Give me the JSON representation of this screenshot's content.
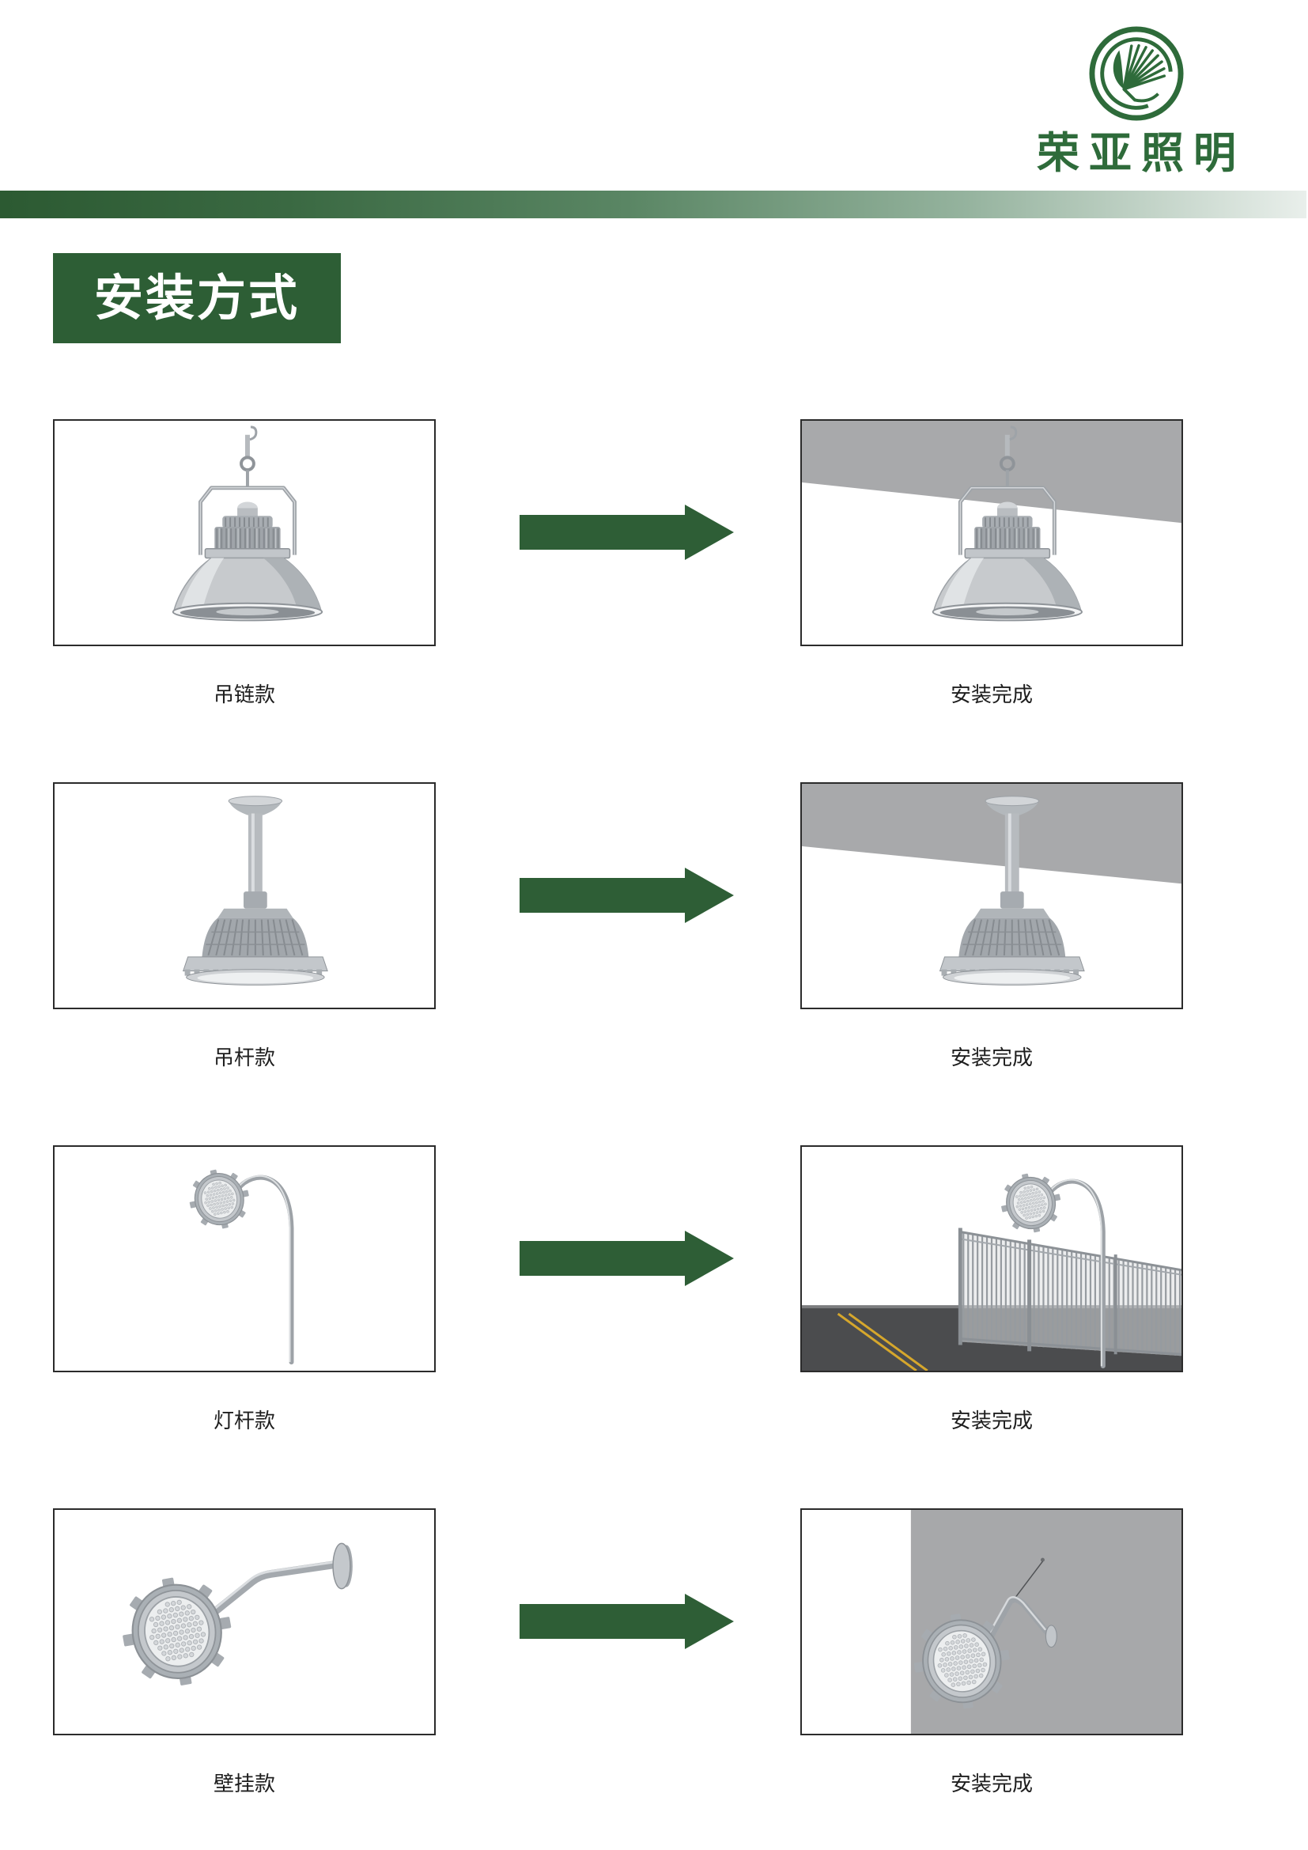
{
  "brand": {
    "name": "荣亚照明",
    "logo_icon": "palm-leaf-circle-logo-icon"
  },
  "colors": {
    "brand_green": "#2d5e35",
    "logo_green": "#2e6b3a",
    "arrow_green": "#2e5e36",
    "frame_border": "#2b2b2b"
  },
  "section_title": "安装方式",
  "rows": [
    {
      "product_caption": "吊链款",
      "result_caption": "安装完成",
      "product_icon": "chain-hung-high-bay-lamp-icon",
      "result_icon": "high-bay-lamp-under-ceiling-icon",
      "arrow_icon": "right-arrow-icon"
    },
    {
      "product_caption": "吊杆款",
      "result_caption": "安装完成",
      "product_icon": "rod-pendant-lamp-icon",
      "result_icon": "rod-pendant-lamp-under-ceiling-icon",
      "arrow_icon": "right-arrow-icon"
    },
    {
      "product_caption": "灯杆款",
      "result_caption": "安装完成",
      "product_icon": "curved-pole-street-lamp-icon",
      "result_icon": "street-lamp-beside-road-fence-icon",
      "arrow_icon": "right-arrow-icon"
    },
    {
      "product_caption": "壁挂款",
      "result_caption": "安装完成",
      "product_icon": "wall-bracket-lamp-icon",
      "result_icon": "wall-bracket-lamp-on-wall-icon",
      "arrow_icon": "right-arrow-icon"
    }
  ]
}
